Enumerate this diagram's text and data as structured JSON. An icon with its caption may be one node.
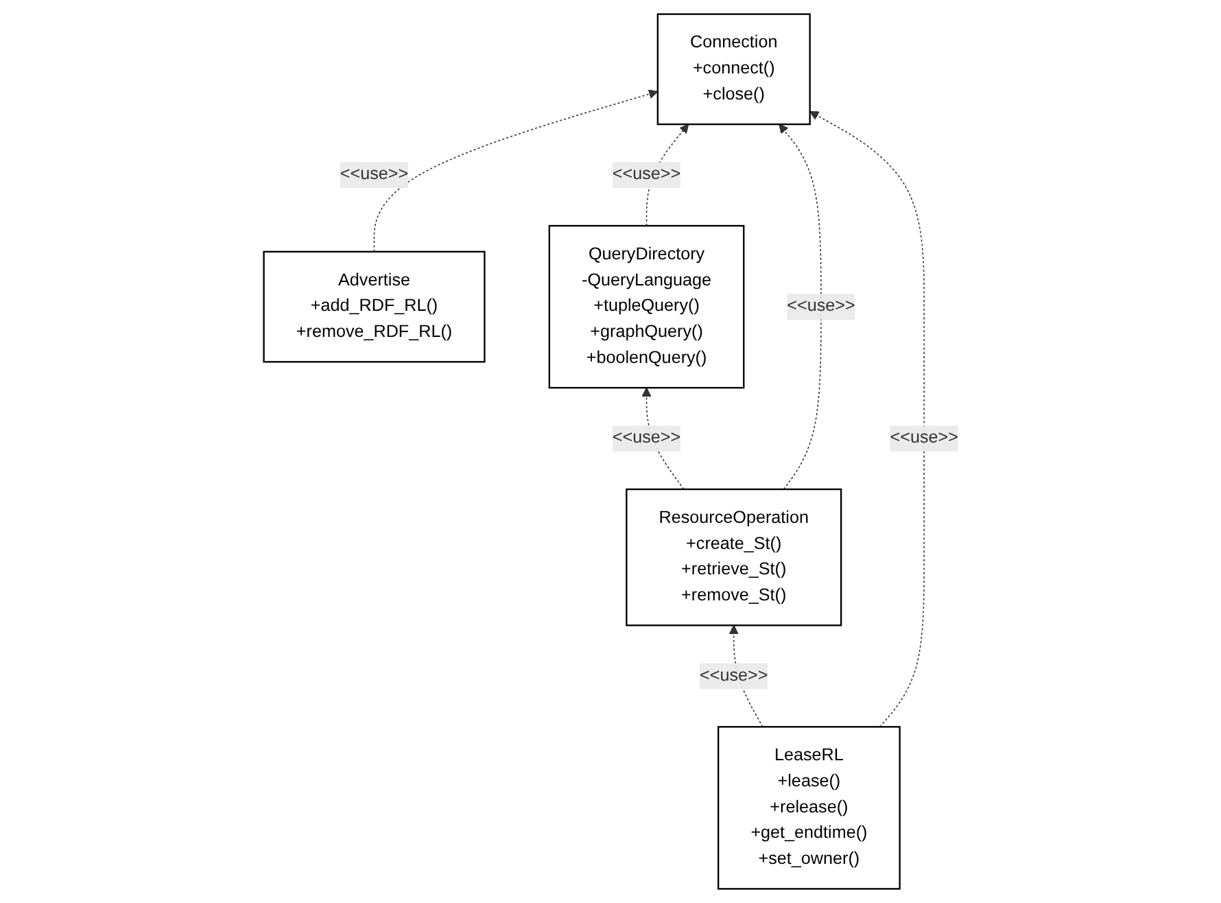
{
  "diagram": {
    "nodes": [
      {
        "text": [
          "Advertise",
          "+add_RDF_RL()",
          "+remove_RDF_RL()"
        ]
      },
      {
        "text": [
          "Connection",
          "+connect()",
          "+close()"
        ]
      },
      {
        "text": [
          "QueryDirectory",
          "-QueryLanguage",
          "+tupleQuery()",
          "+graphQuery()",
          "+boolenQuery()"
        ]
      },
      {
        "text": [
          "LeaseRL",
          "+lease()",
          "+release()",
          "+get_endtime()",
          "+set_owner()"
        ]
      },
      {
        "text": [
          "ResourceOperation",
          "+create_St()",
          "+retrieve_St()",
          "+remove_St()"
        ]
      }
    ],
    "edges": [
      {
        "from": 0,
        "to": 1,
        "arrow": "to",
        "label": "<<use>>",
        "style": "dashed"
      },
      {
        "from": 2,
        "to": 1,
        "arrow": "to",
        "label": "<<use>>",
        "style": "dashed"
      },
      {
        "from": 4,
        "to": 1,
        "arrow": "to",
        "label": "<<use>>",
        "style": "dashed"
      },
      {
        "from": 3,
        "to": 1,
        "arrow": "to",
        "label": "<<use>>",
        "style": "dashed"
      },
      {
        "from": 4,
        "to": 2,
        "arrow": "to",
        "label": "<<use>>",
        "style": "dashed"
      },
      {
        "from": 3,
        "to": 4,
        "arrow": "to",
        "label": "<<use>>",
        "style": "dashed"
      }
    ]
  }
}
